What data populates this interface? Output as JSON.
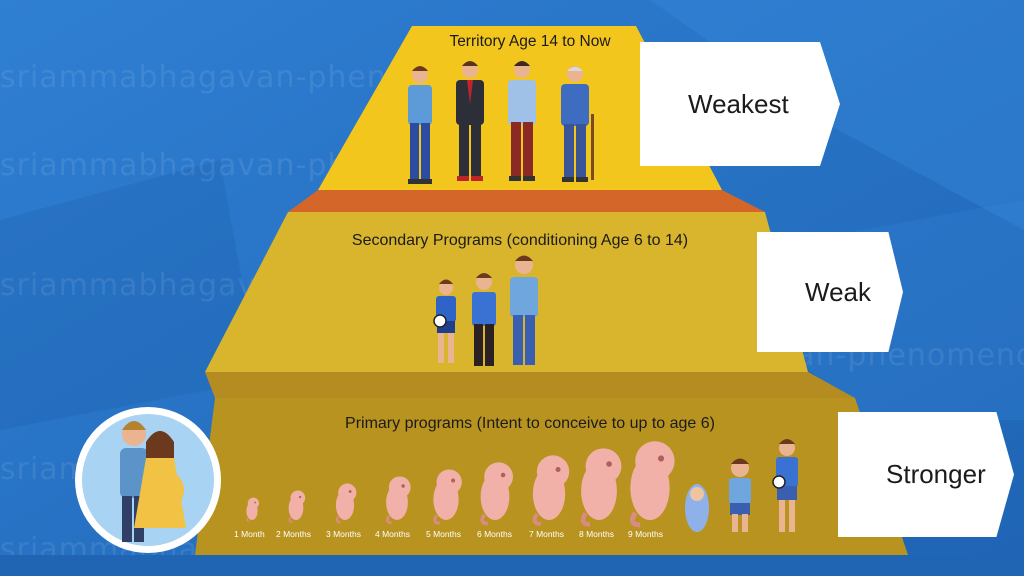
{
  "watermark": "sriammabhagavan-phenomenon.org",
  "levels": [
    {
      "title": "Territory Age 14 to Now",
      "strength": "Weakest"
    },
    {
      "title": "Secondary Programs (conditioning Age 6 to 14)",
      "strength": "Weak"
    },
    {
      "title": "Primary programs (Intent to conceive to up to age 6)",
      "strength": "Stronger"
    }
  ],
  "months": [
    "1 Month",
    "2 Months",
    "3 Months",
    "4 Months",
    "5 Months",
    "6 Months",
    "7 Months",
    "8 Months",
    "9 Months"
  ],
  "colors": {
    "background": "#2a73c6",
    "tier1": "#f3c61e",
    "tier2": "#d8b52c",
    "tier3": "#b89320",
    "divider1": "#d5662a",
    "divider2": "#b58c21",
    "embryo": "#f2b1a8"
  },
  "icons": [
    "couple-icon",
    "man-icon",
    "boy-icon",
    "embryo-icon",
    "baby-icon"
  ]
}
